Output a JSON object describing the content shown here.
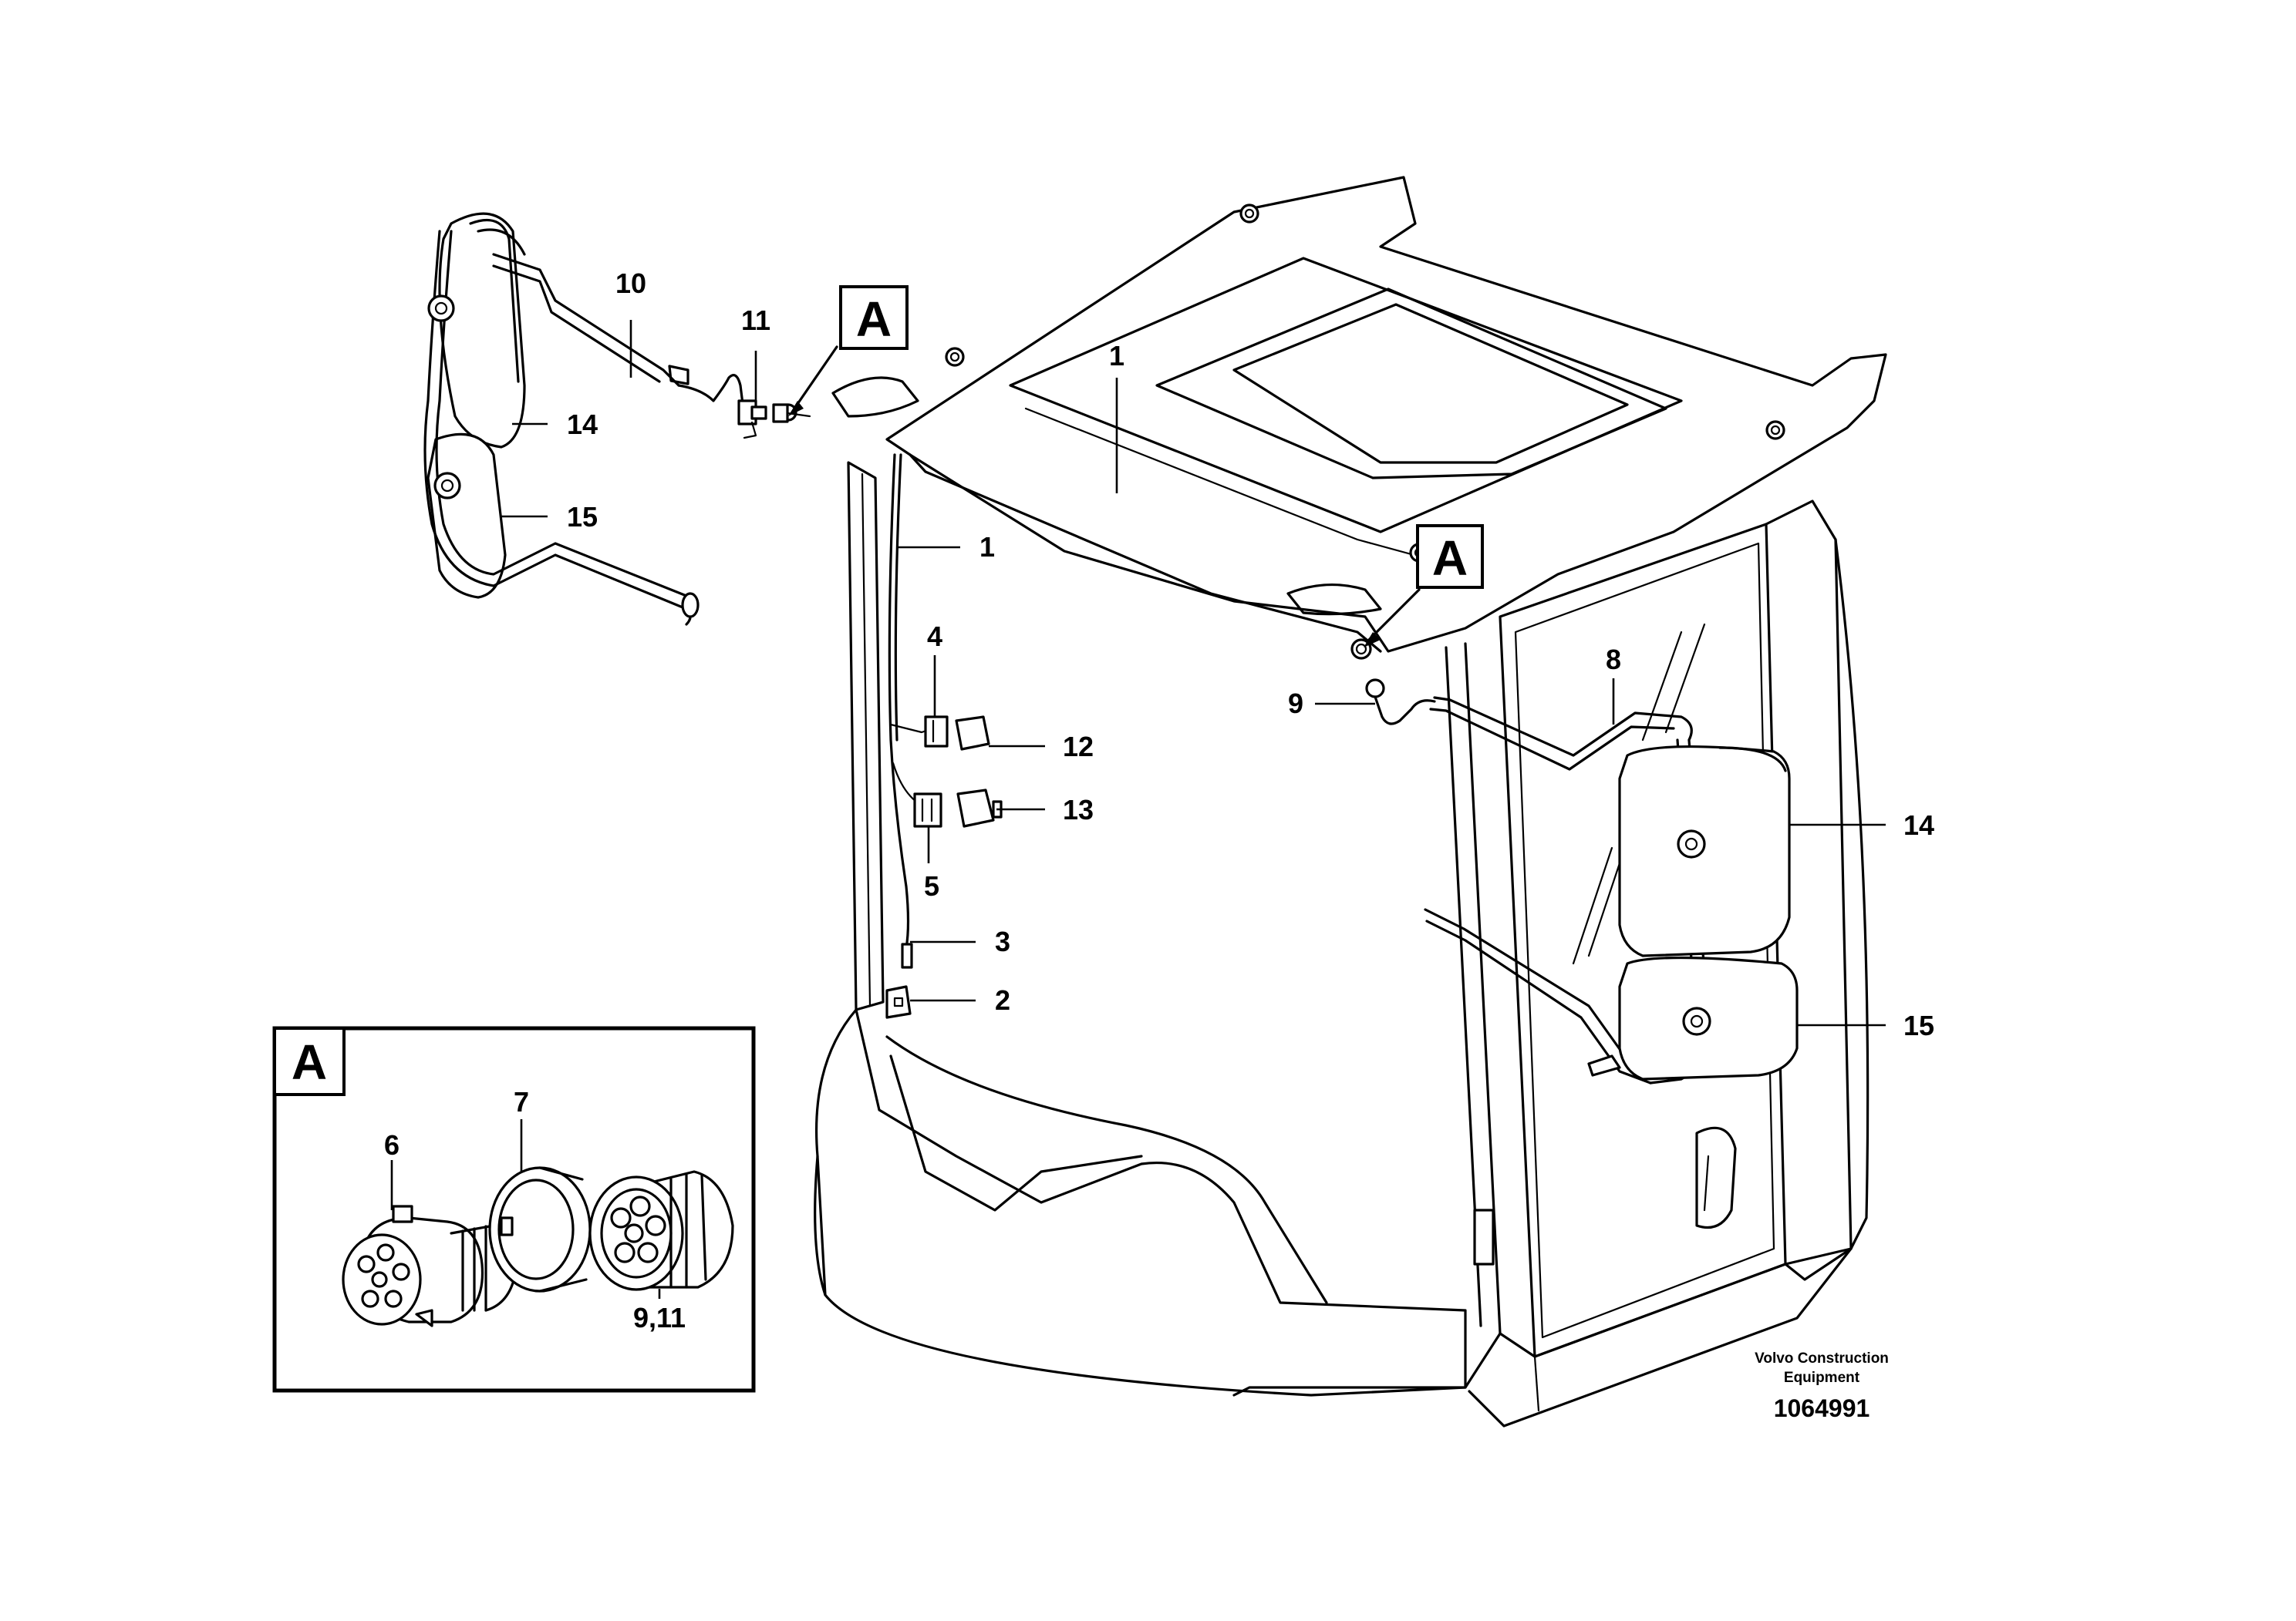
{
  "callouts": [
    {
      "id": "c1a",
      "label": "1"
    },
    {
      "id": "c1b",
      "label": "1"
    },
    {
      "id": "c2",
      "label": "2"
    },
    {
      "id": "c3",
      "label": "3"
    },
    {
      "id": "c4",
      "label": "4"
    },
    {
      "id": "c5",
      "label": "5"
    },
    {
      "id": "c6",
      "label": "6"
    },
    {
      "id": "c7",
      "label": "7"
    },
    {
      "id": "c8",
      "label": "8"
    },
    {
      "id": "c9",
      "label": "9"
    },
    {
      "id": "c911",
      "label": "9,11"
    },
    {
      "id": "c10",
      "label": "10"
    },
    {
      "id": "c11",
      "label": "11"
    },
    {
      "id": "c12",
      "label": "12"
    },
    {
      "id": "c13",
      "label": "13"
    },
    {
      "id": "c14a",
      "label": "14"
    },
    {
      "id": "c14b",
      "label": "14"
    },
    {
      "id": "c15a",
      "label": "15"
    },
    {
      "id": "c15b",
      "label": "15"
    }
  ],
  "detail_tags": {
    "top": "A",
    "right": "A",
    "inset": "A"
  },
  "credit": {
    "line1": "Volvo Construction",
    "line2": "Equipment"
  },
  "document_number": "1064991"
}
